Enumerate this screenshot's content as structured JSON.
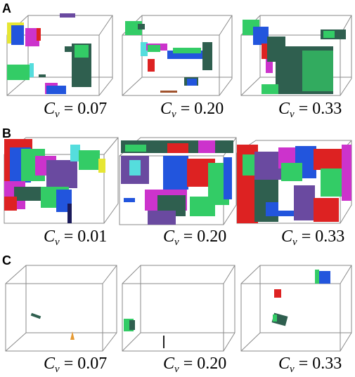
{
  "rows": [
    {
      "letter": "A",
      "panels": [
        {
          "symbol": "C",
          "sub": "v",
          "eq": " = ",
          "value": "0.07"
        },
        {
          "symbol": "C",
          "sub": "v",
          "eq": " = ",
          "value": "0.20"
        },
        {
          "symbol": "C",
          "sub": "v",
          "eq": " = ",
          "value": "0.33"
        }
      ]
    },
    {
      "letter": "B",
      "panels": [
        {
          "symbol": "C",
          "sub": "v",
          "eq": " = ",
          "value": "0.01"
        },
        {
          "symbol": "C",
          "sub": "v",
          "eq": " = ",
          "value": "0.20"
        },
        {
          "symbol": "C",
          "sub": "v",
          "eq": " = ",
          "value": "0.33"
        }
      ]
    },
    {
      "letter": "C",
      "panels": [
        {
          "symbol": "C",
          "sub": "v",
          "eq": " = ",
          "value": "0.07"
        },
        {
          "symbol": "C",
          "sub": "v",
          "eq": " = ",
          "value": "0.20"
        },
        {
          "symbol": "C",
          "sub": "v",
          "eq": " = ",
          "value": "0.33"
        }
      ]
    }
  ],
  "colors": {
    "edge": "#8a8a8a",
    "green": "#33cc66",
    "dark_green": "#2f5f4f",
    "blue": "#2255dd",
    "magenta": "#cc33cc",
    "yellow": "#e6e633",
    "red": "#dd2222",
    "cyan": "#55dddd",
    "purple": "#6a4aa0"
  }
}
